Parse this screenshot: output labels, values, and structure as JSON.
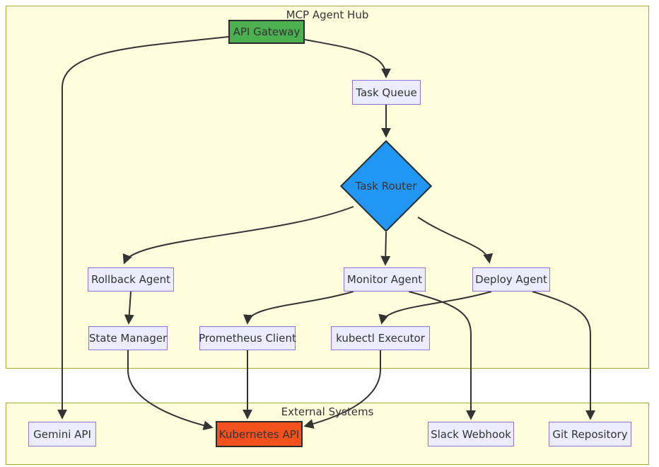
{
  "diagram": {
    "clusters": [
      {
        "id": "mcp-agent-hub",
        "label": "MCP Agent Hub"
      },
      {
        "id": "external-systems",
        "label": "External Systems"
      }
    ],
    "nodes": {
      "api_gateway": {
        "label": "API Gateway"
      },
      "task_queue": {
        "label": "Task Queue"
      },
      "task_router": {
        "label": "Task Router"
      },
      "rollback_agent": {
        "label": "Rollback Agent"
      },
      "monitor_agent": {
        "label": "Monitor Agent"
      },
      "deploy_agent": {
        "label": "Deploy Agent"
      },
      "state_manager": {
        "label": "State Manager"
      },
      "prometheus_client": {
        "label": "Prometheus Client"
      },
      "kubectl_executor": {
        "label": "kubectl Executor"
      },
      "gemini_api": {
        "label": "Gemini API"
      },
      "kubernetes_api": {
        "label": "Kubernetes API"
      },
      "slack_webhook": {
        "label": "Slack Webhook"
      },
      "git_repository": {
        "label": "Git Repository"
      }
    },
    "edges": [
      {
        "from": "api_gateway",
        "to": "task_queue"
      },
      {
        "from": "api_gateway",
        "to": "gemini_api"
      },
      {
        "from": "task_queue",
        "to": "task_router"
      },
      {
        "from": "task_router",
        "to": "rollback_agent"
      },
      {
        "from": "task_router",
        "to": "monitor_agent"
      },
      {
        "from": "task_router",
        "to": "deploy_agent"
      },
      {
        "from": "rollback_agent",
        "to": "state_manager"
      },
      {
        "from": "monitor_agent",
        "to": "prometheus_client"
      },
      {
        "from": "monitor_agent",
        "to": "slack_webhook"
      },
      {
        "from": "deploy_agent",
        "to": "kubectl_executor"
      },
      {
        "from": "deploy_agent",
        "to": "git_repository"
      },
      {
        "from": "state_manager",
        "to": "kubernetes_api"
      },
      {
        "from": "prometheus_client",
        "to": "kubernetes_api"
      },
      {
        "from": "kubectl_executor",
        "to": "kubernetes_api"
      }
    ],
    "colors": {
      "default_node_fill": "#ececff",
      "default_node_border": "#9370db",
      "api_gateway_fill": "#4caf50",
      "task_router_fill": "#2196f3",
      "kubernetes_api_fill": "#f4511e",
      "cluster_fill": "#ffffde",
      "cluster_border": "#aaaa33",
      "edge_stroke": "#333333",
      "text": "#333333"
    }
  }
}
